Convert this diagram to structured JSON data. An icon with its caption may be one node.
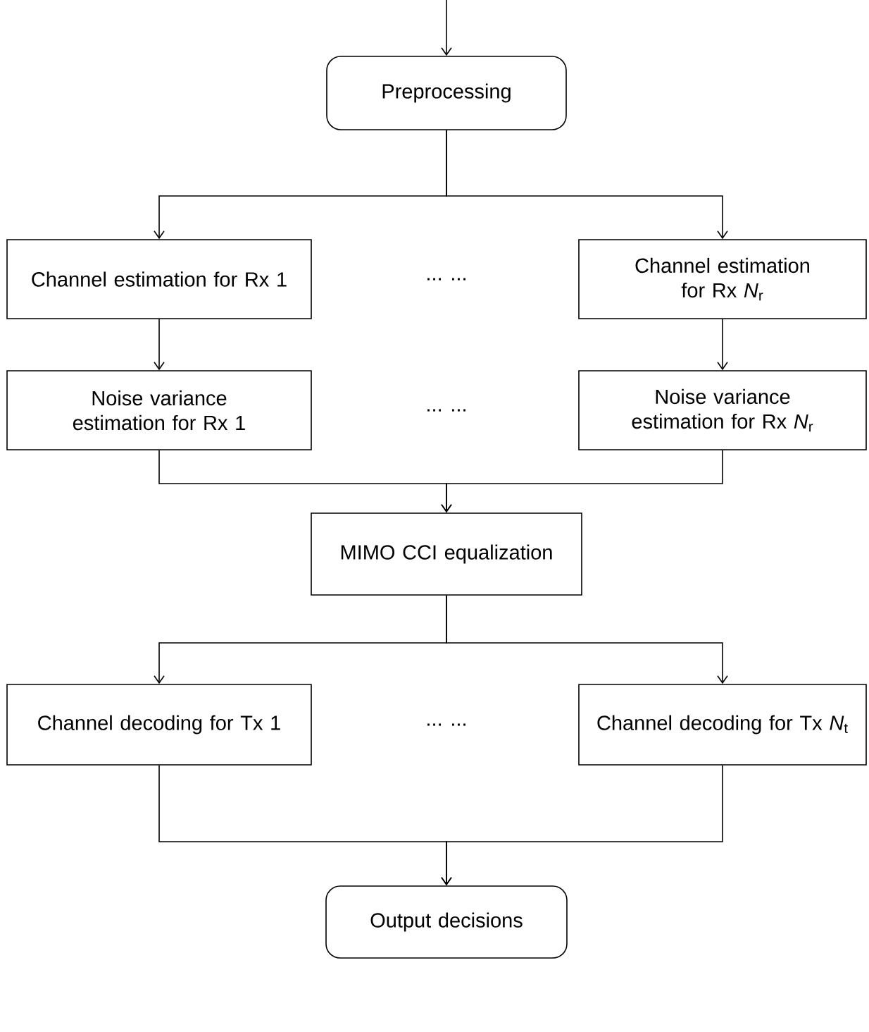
{
  "diagram": {
    "nodes": [
      {
        "text": [
          "Preprocessing"
        ]
      },
      {
        "text": [
          "Channel estimation for Rx 1"
        ]
      },
      {
        "text": [
          "Channel estimation for Rx *N*$_{r}$"
        ]
      },
      {
        "text": [
          "Noise variance estimation for Rx 1"
        ]
      },
      {
        "text": [
          "Noise variance estimation for Rx *N*$_{r}$"
        ]
      },
      {
        "text": [
          "MIMO CCI equalization"
        ]
      },
      {
        "text": [
          "Channel decoding for Tx 1"
        ]
      },
      {
        "text": [
          "Channel decoding for Tx *N*$_{t}$"
        ]
      },
      {
        "text": [
          "Output decisions"
        ]
      }
    ],
    "edges": [
      {
        "from": null,
        "to": 0,
        "arrow": "to"
      },
      {
        "from": 0,
        "to": 1,
        "arrow": "to"
      },
      {
        "from": 0,
        "to": 2,
        "arrow": "to"
      },
      {
        "from": 1,
        "to": 3,
        "arrow": "to"
      },
      {
        "from": 2,
        "to": 4,
        "arrow": "to"
      },
      {
        "from": 3,
        "to": 5,
        "arrow": "to"
      },
      {
        "from": 4,
        "to": 5,
        "arrow": "to"
      },
      {
        "from": 5,
        "to": 6,
        "arrow": "to"
      },
      {
        "from": 5,
        "to": 7,
        "arrow": "to"
      },
      {
        "from": 6,
        "to": 8,
        "arrow": "to"
      },
      {
        "from": 7,
        "to": 8,
        "arrow": "to"
      }
    ],
    "labels": [
      "... ...",
      "... ...",
      "... ..."
    ]
  }
}
